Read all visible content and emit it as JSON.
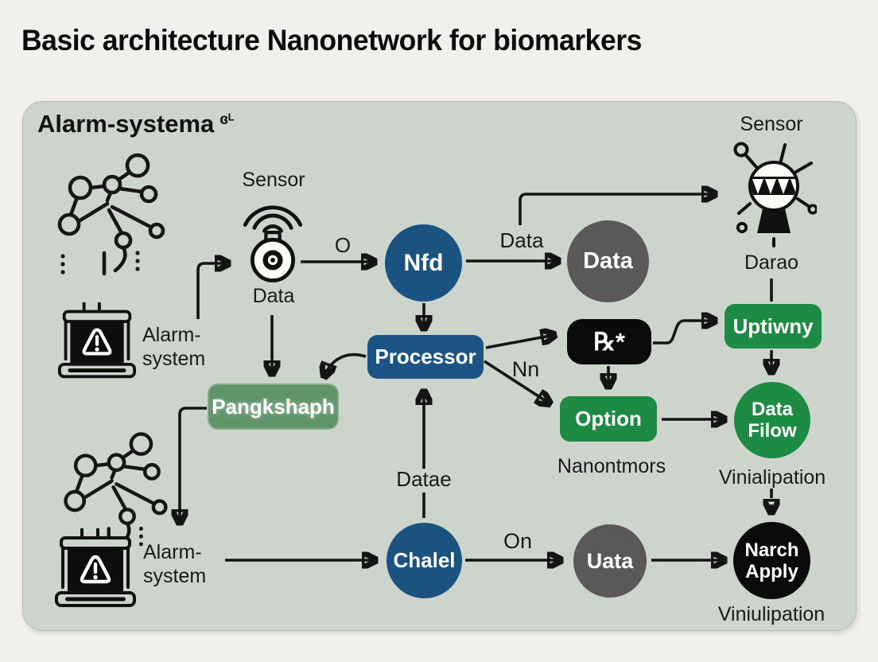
{
  "title": "Basic architecture Nanonetwork for biomarkers",
  "panel": {
    "heading": "Alarm-systema",
    "heading_sup": "ɞᴸ"
  },
  "labels": {
    "sensor_left": "Sensor",
    "sensor_left_sub": "Data",
    "alarm_top_line1": "Alarm-",
    "alarm_top_line2": "system",
    "alarm_bottom_line1": "Alarm-",
    "alarm_bottom_line2": "system",
    "sensor_right": "Sensor",
    "sensor_right_sub": "Darao",
    "nanontmors": "Nanontmors",
    "vinialipation": "Vinialipation",
    "viniulipation": "Viniulipation",
    "datae": "Datae"
  },
  "nodes": {
    "nfd": "Nfd",
    "data_circle": "Data",
    "processor": "Processor",
    "chip_glyph": "℞*",
    "option": "Option",
    "pangkshaph": "Pangkshaph",
    "uptiwny": "Uptiwny",
    "data_filow_line1": "Data",
    "data_filow_line2": "Filow",
    "narch_line1": "Narch",
    "narch_line2": "Apply",
    "chalel": "Chalel",
    "uata": "Uata"
  },
  "edge_labels": {
    "o": "O",
    "data": "Data",
    "nn": "Nn",
    "on": "On"
  },
  "colors": {
    "page_bg": "#f1f0ed",
    "panel_bg": "#ccd4cc",
    "node_blue": "#1a5380",
    "box_blue": "#1c5585",
    "node_gray": "#5a5859",
    "node_green": "#1e8b45",
    "soft_green": "#5f9469",
    "node_black": "#0b0b0b",
    "ink": "#161616"
  }
}
